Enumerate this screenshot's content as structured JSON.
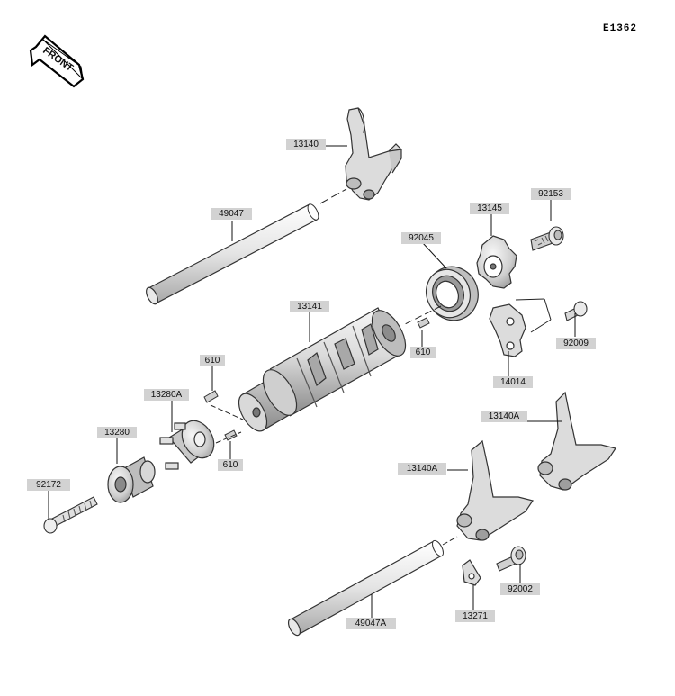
{
  "diagram_code": "E1362",
  "front_label": "FRONT",
  "parts": {
    "p13140": "13140",
    "p49047": "49047",
    "p13145": "13145",
    "p92153": "92153",
    "p92045": "92045",
    "p13141": "13141",
    "p92009": "92009",
    "p610a": "610",
    "p610b": "610",
    "p610c": "610",
    "p14014": "14014",
    "p13280A": "13280A",
    "p13140A_1": "13140A",
    "p13140A_2": "13140A",
    "p13280": "13280",
    "p92172": "92172",
    "p92002": "92002",
    "p13271": "13271",
    "p49047A": "49047A"
  }
}
